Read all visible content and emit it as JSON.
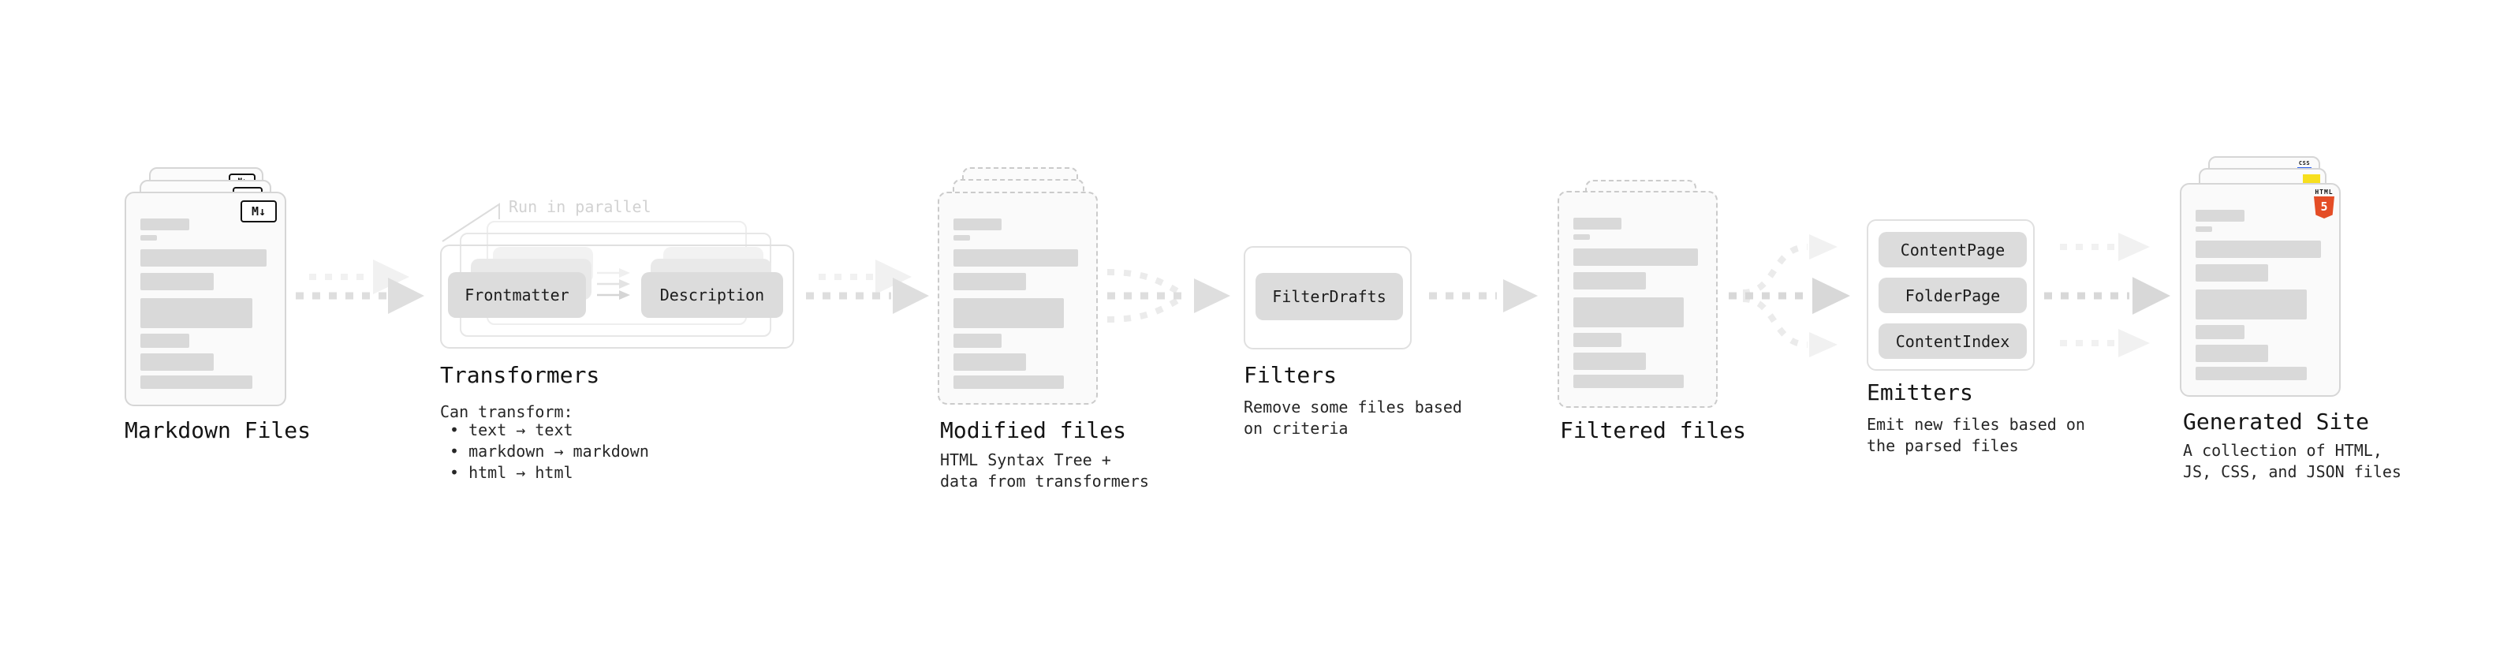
{
  "diagram": {
    "markdown_files": {
      "label": "Markdown Files",
      "badge": "M↓"
    },
    "transformers": {
      "annotation": "Run in parallel",
      "node_a": "Frontmatter",
      "node_b": "Description",
      "title": "Transformers",
      "subtitle": "Can transform:",
      "bullets": [
        "• text → text",
        "• markdown → markdown",
        "• html → html"
      ]
    },
    "modified_files": {
      "label": "Modified files",
      "desc1": "HTML Syntax Tree +",
      "desc2": "data from transformers"
    },
    "filters": {
      "title": "Filters",
      "node": "FilterDrafts",
      "desc1": "Remove some files based",
      "desc2": "on criteria"
    },
    "filtered_files": {
      "label": "Filtered files"
    },
    "emitters": {
      "title": "Emitters",
      "nodes": [
        "ContentPage",
        "FolderPage",
        "ContentIndex"
      ],
      "desc1": "Emit new files based on",
      "desc2": "the parsed files"
    },
    "generated_site": {
      "label": "Generated Site",
      "desc1": "A collection of HTML,",
      "desc2": "JS, CSS, and JSON files",
      "badge_css": "CSS",
      "badge_html_text": "HTML",
      "badge_html_number": "5"
    }
  },
  "colors": {
    "html5_orange": "#e44d26",
    "js_yellow": "#f7df1e",
    "css_blue": "#2b5ff1",
    "skeleton_bar": "#d9d9d9",
    "node_gray": "#dcdcdc",
    "arrow_gray": "#dedede",
    "arrow_light": "#f1f1f1"
  }
}
